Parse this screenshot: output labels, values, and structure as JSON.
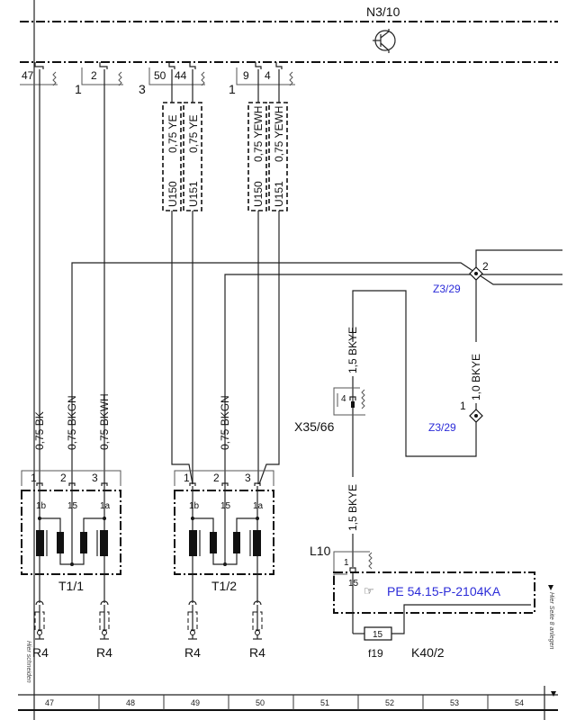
{
  "diagram": {
    "top_component": {
      "label": "N3/10",
      "icon": "transistor-icon"
    },
    "top_connectors": [
      {
        "group_pin": "",
        "pins": [
          "47"
        ]
      },
      {
        "group_pin": "1",
        "pins": [
          "2"
        ]
      },
      {
        "group_pin": "3",
        "pins": [
          "50",
          "44"
        ]
      },
      {
        "group_pin": "1",
        "pins": [
          "9",
          "4"
        ]
      }
    ],
    "shielded_wires": [
      {
        "wire": "0,75 YE",
        "code": "U150"
      },
      {
        "wire": "0,75 YE",
        "code": "U151"
      },
      {
        "wire": "0,75 YEWH",
        "code": "U150"
      },
      {
        "wire": "0,75 YEWH",
        "code": "U151"
      }
    ],
    "wires": {
      "t1_1_pin1": "0,75 BK",
      "t1_1_pin2": "0,75 BKGN",
      "t1_1_pin3": "0,75 BKWH",
      "t1_2_pin2": "0,75 BKGN",
      "x35_upper": "1,5 BKYE",
      "x35_lower": "1,5 BKYE",
      "z3_vertical": "1,0 BKYE"
    },
    "splice_top": {
      "label": "Z3/29",
      "pin": "2"
    },
    "splice_bottom": {
      "label": "Z3/29",
      "pin": "1"
    },
    "x35": {
      "label": "X35/66",
      "pin": "4"
    },
    "transformers": [
      {
        "label": "T1/1",
        "pins": [
          "1",
          "2",
          "3"
        ],
        "inner_pins": [
          "1b",
          "15",
          "1a"
        ]
      },
      {
        "label": "T1/2",
        "pins": [
          "1",
          "2",
          "3"
        ],
        "inner_pins": [
          "1b",
          "15",
          "1a"
        ]
      }
    ],
    "resistors": [
      "R4",
      "R4",
      "R4",
      "R4"
    ],
    "l10": {
      "label": "L10",
      "pin": "1",
      "inner_pin": "15"
    },
    "reference": {
      "icon": "pointing-hand-icon",
      "text": "PE 54.15-P-2104KA"
    },
    "fuse": {
      "label": "f19",
      "value": "15"
    },
    "relay": {
      "label": "K40/2"
    },
    "margin_left_note": "Hier schneiden",
    "margin_right_note": "Hier Seite 8 anlegen",
    "grid_columns": [
      "47",
      "48",
      "49",
      "50",
      "51",
      "52",
      "53",
      "54"
    ]
  },
  "colors": {
    "reference_blue": "#2b2bd8",
    "line": "#222222"
  }
}
